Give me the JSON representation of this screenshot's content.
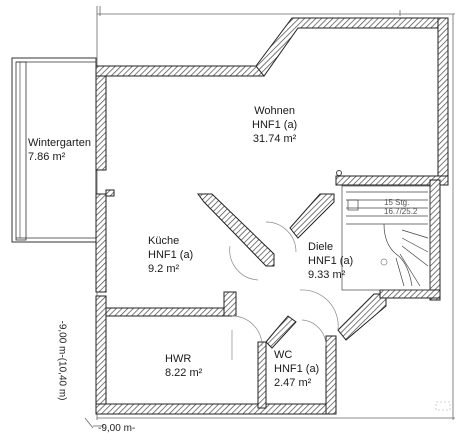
{
  "rooms": {
    "wohnen": {
      "name": "Wohnen",
      "use": "HNF1 (a)",
      "area": "31.74 m²"
    },
    "kueche": {
      "name": "Küche",
      "use": "HNF1 (a)",
      "area": "9.2 m²"
    },
    "diele": {
      "name": "Diele",
      "use": "HNF1 (a)",
      "area": "9.33 m²"
    },
    "hwr": {
      "name": "HWR",
      "use": "",
      "area": "8.22 m²"
    },
    "wc": {
      "name": "WC",
      "use": "HNF1 (a)",
      "area": "2.47 m²"
    },
    "wintergarten": {
      "name": "Wintergarten",
      "use": "",
      "area": "7.86 m²"
    }
  },
  "stairs": {
    "steps": "15 Stg.",
    "ratio": "16.7/25.2"
  },
  "dimensions": {
    "horizontal": "-9,00 m-",
    "vertical": "-9,00 m-(10,40 m)"
  },
  "colors": {
    "wall_hatch": "#444444",
    "wall_outline": "#222222",
    "door_arc": "#888888"
  }
}
